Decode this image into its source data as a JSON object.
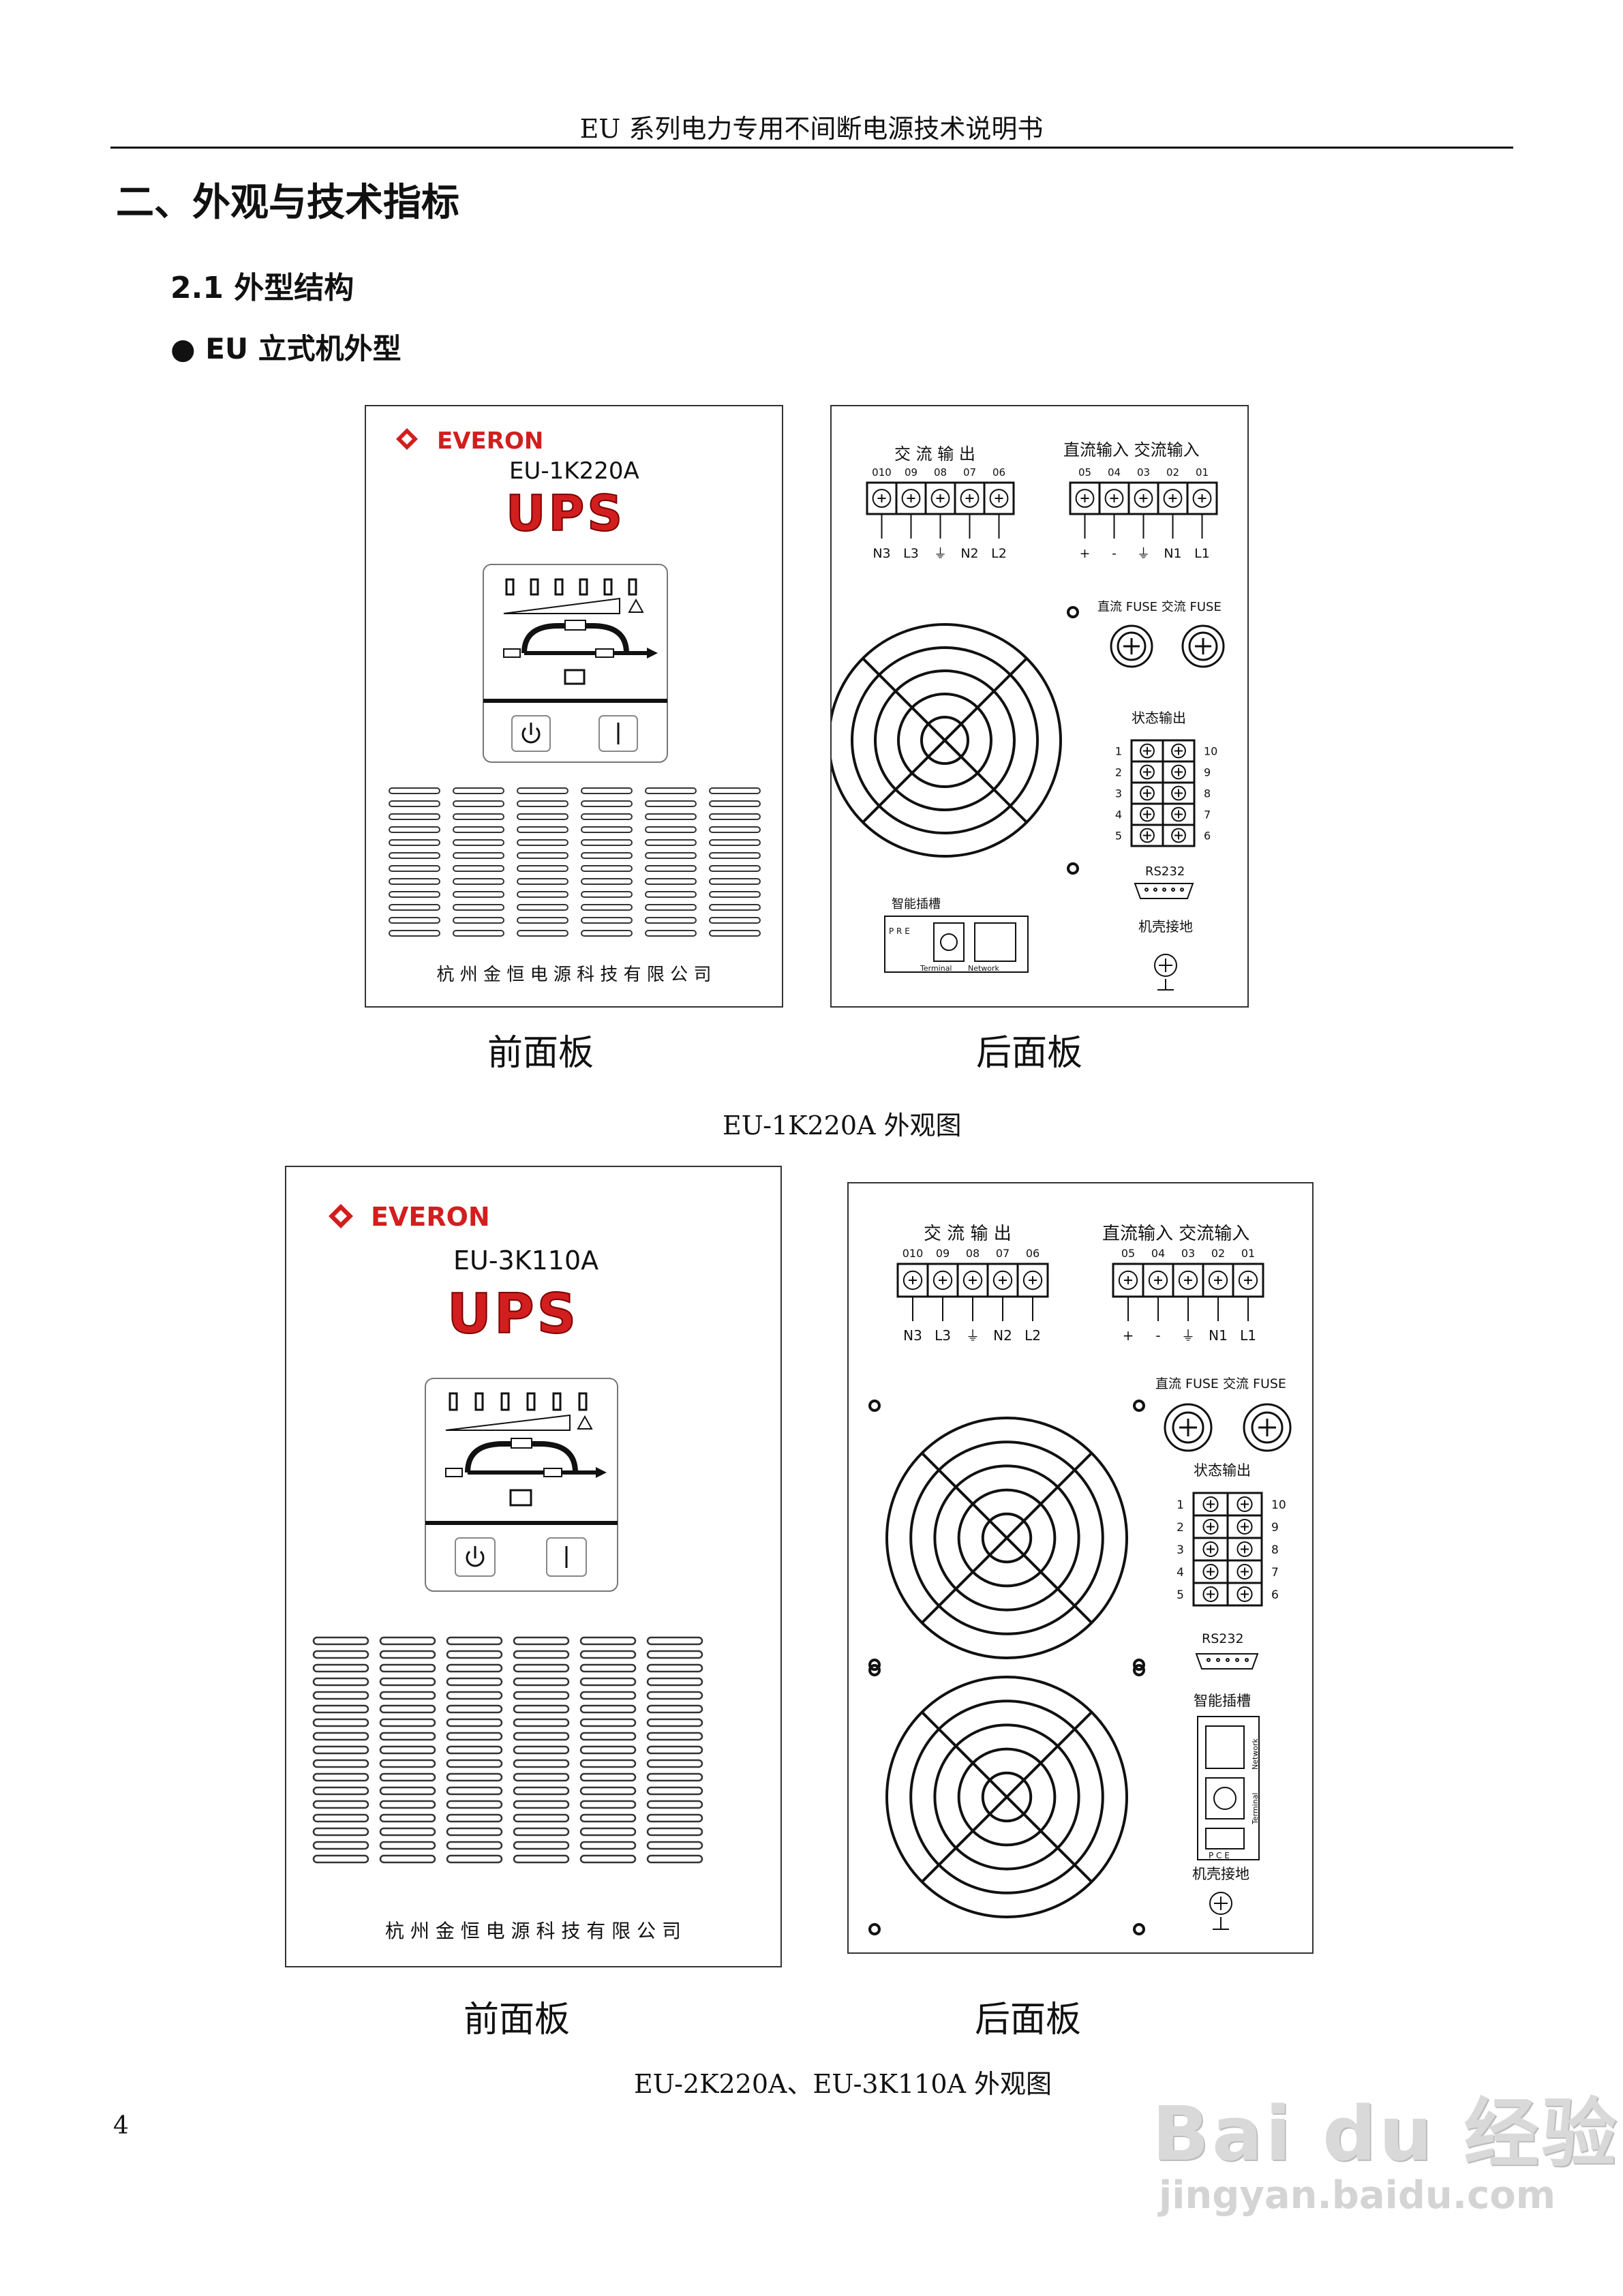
{
  "header": {
    "title": "EU 系列电力专用不间断电源技术说明书"
  },
  "section": {
    "title": "二、外观与技术指标",
    "subsection": "2.1  外型结构",
    "bullet": "● EU 立式机外型"
  },
  "figure1": {
    "front": {
      "brand": "EVERON",
      "model": "EU-1K220A",
      "logo": "UPS",
      "company": "杭 州 金 恒 电 源 科 技 有 限 公 司",
      "label": "前面板"
    },
    "rear": {
      "ac_out_title": "交 流  输  出",
      "dcac_in_title": "直流输入  交流输入",
      "terminals_left": [
        "010",
        "09",
        "08",
        "07",
        "06"
      ],
      "terminals_right": [
        "05",
        "04",
        "03",
        "02",
        "01"
      ],
      "left_labels": [
        "N3",
        "L3",
        "⏚",
        "N2",
        "L2"
      ],
      "right_labels": [
        "+",
        "-",
        "⏚",
        "N1",
        "L1"
      ],
      "fuse_label": "直流  FUSE  交流  FUSE",
      "status_title": "状态输出",
      "status_left": [
        "1",
        "2",
        "3",
        "4",
        "5"
      ],
      "status_right": [
        "10",
        "9",
        "8",
        "7",
        "6"
      ],
      "rs232": "RS232",
      "slot": "智能插槽",
      "terminal": "Terminal",
      "network": "Network",
      "pre": "P R E",
      "ground": "机壳接地",
      "label": "后面板"
    },
    "caption": "EU-1K220A 外观图"
  },
  "figure2": {
    "front": {
      "brand": "EVERON",
      "model": "EU-3K110A",
      "logo": "UPS",
      "company": "杭 州 金 恒 电 源 科 技 有 限 公 司",
      "label": "前面板"
    },
    "rear": {
      "ac_out_title": "交 流  输  出",
      "dcac_in_title": "直流输入  交流输入",
      "terminals_left": [
        "010",
        "09",
        "08",
        "07",
        "06"
      ],
      "terminals_right": [
        "05",
        "04",
        "03",
        "02",
        "01"
      ],
      "left_labels": [
        "N3",
        "L3",
        "⏚",
        "N2",
        "L2"
      ],
      "right_labels": [
        "+",
        "-",
        "⏚",
        "N1",
        "L1"
      ],
      "fuse_label": "直流  FUSE  交流  FUSE",
      "status_title": "状态输出",
      "status_left": [
        "1",
        "2",
        "3",
        "4",
        "5"
      ],
      "status_right": [
        "10",
        "9",
        "8",
        "7",
        "6"
      ],
      "rs232": "RS232",
      "slot": "智能插槽",
      "terminal": "Terminal",
      "network": "Network",
      "pre": "P C E",
      "ground": "机壳接地",
      "label": "后面板"
    },
    "caption": "EU-2K220A、EU-3K110A 外观图"
  },
  "page_number": "4",
  "watermark": {
    "line1": "Bai du 经验",
    "line2": "jingyan.baidu.com"
  },
  "colors": {
    "brand_red": "#d21e1e",
    "ink": "#111111"
  }
}
